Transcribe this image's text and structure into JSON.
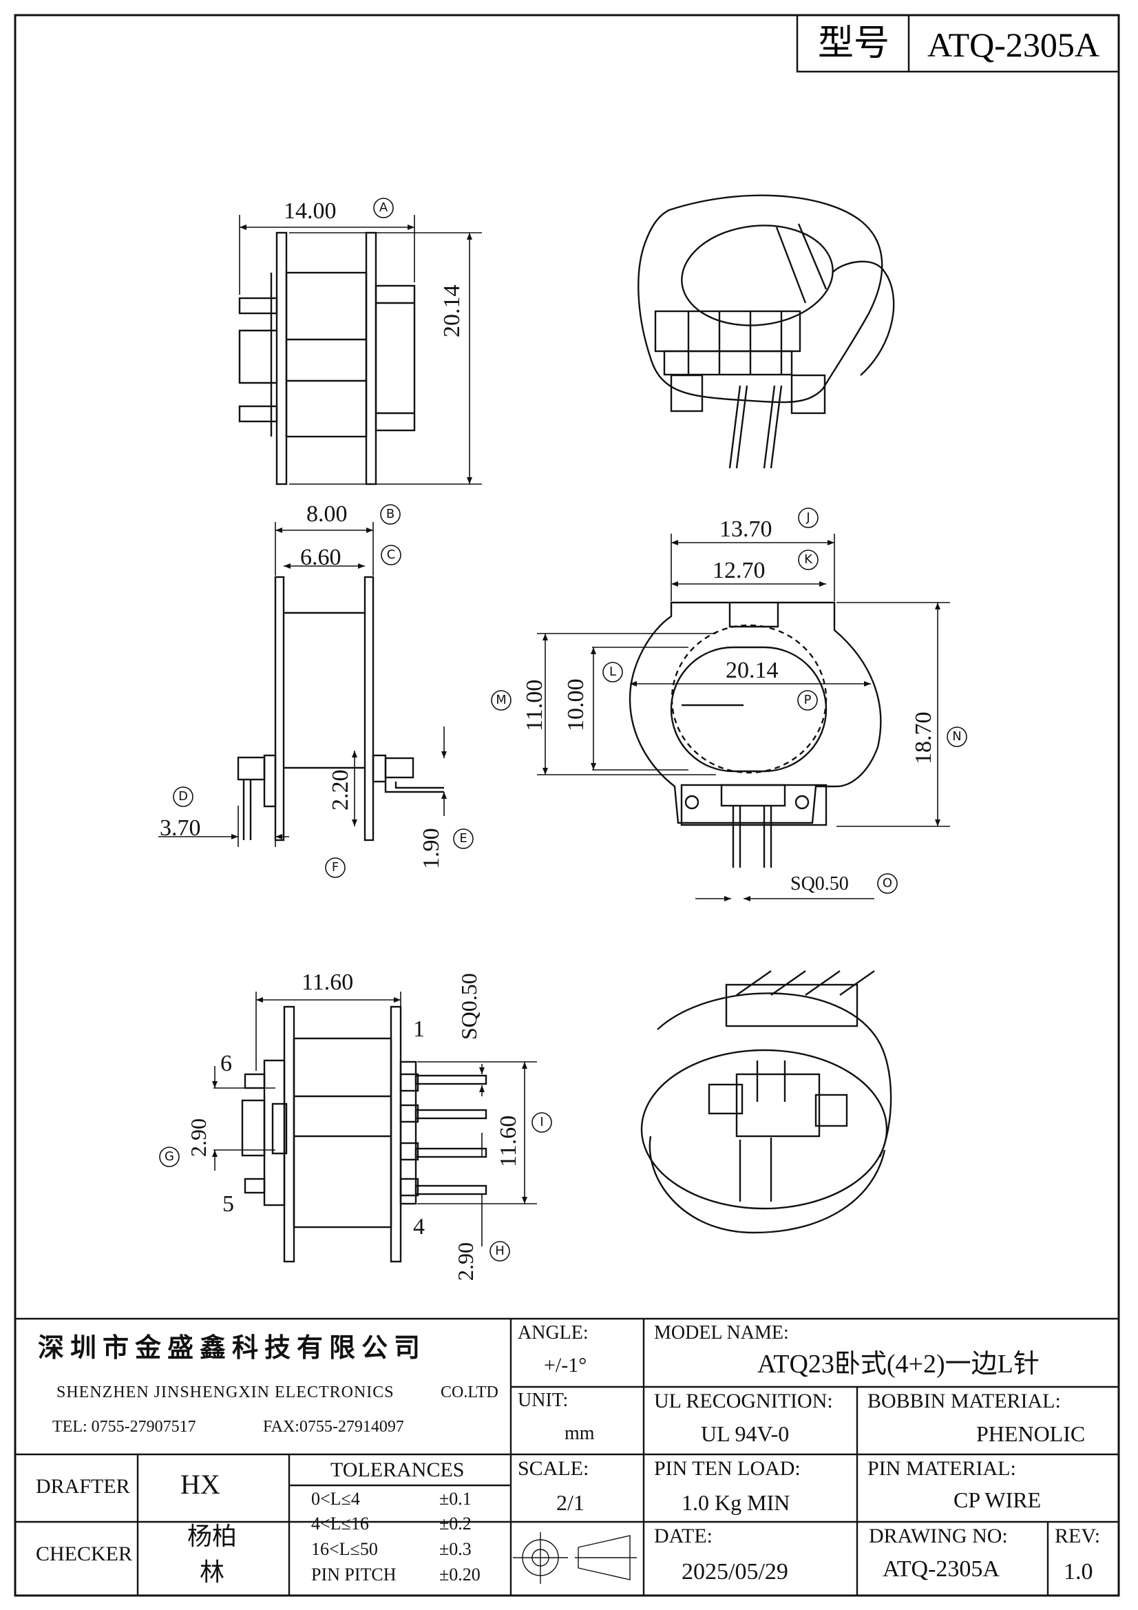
{
  "header": {
    "model_label": "型号",
    "model_value": "ATQ-2305A"
  },
  "dimensions": {
    "a_width": "14.00",
    "a_height": "20.14",
    "b_width": "8.00",
    "c_width": "6.60",
    "d_width": "3.70",
    "side_step": "2.20",
    "side_pin": "1.90",
    "j_width": "13.70",
    "k_width": "12.70",
    "l_width": "20.14",
    "m_height": "11.00",
    "l_height": "10.00",
    "n_height": "18.70",
    "o_pin": "SQ0.50",
    "bottom_width": "11.60",
    "bottom_pin_sq": "SQ0.50",
    "i_height": "11.60",
    "g_pitch": "2.90",
    "h_pitch": "2.90"
  },
  "callouts": [
    "A",
    "B",
    "C",
    "D",
    "E",
    "F",
    "G",
    "H",
    "I",
    "J",
    "K",
    "L",
    "M",
    "N",
    "O",
    "P"
  ],
  "pin_numbers": {
    "p1": "1",
    "p4": "4",
    "p5": "5",
    "p6": "6"
  },
  "title_block": {
    "company_cn": "深圳市金盛鑫科技有限公司",
    "company_en": "SHENZHEN JINSHENGXIN ELECTRONICS",
    "company_co": "CO.LTD",
    "tel": "TEL: 0755-27907517",
    "fax": "FAX:0755-27914097",
    "angle_label": "ANGLE:",
    "angle_value": "+/-1°",
    "model_name_label": "MODEL NAME:",
    "model_name_value": "ATQ23卧式(4+2)一边L针",
    "unit_label": "UNIT:",
    "unit_value": "mm",
    "ul_label": "UL RECOGNITION:",
    "ul_value": "UL 94V-0",
    "bobbin_label": "BOBBIN MATERIAL:",
    "bobbin_value": "PHENOLIC",
    "drafter_label": "DRAFTER",
    "drafter_value": "HX",
    "tolerances_label": "TOLERANCES",
    "tolerances": [
      {
        "range": "0<L≤4",
        "tol": "±0.1"
      },
      {
        "range": "4<L≤16",
        "tol": "±0.2"
      },
      {
        "range": "16<L≤50",
        "tol": "±0.3"
      },
      {
        "range": "PIN PITCH",
        "tol": "±0.20"
      }
    ],
    "scale_label": "SCALE:",
    "scale_value": "2/1",
    "pin_ten_label": "PIN TEN LOAD:",
    "pin_ten_value": "1.0 Kg MIN",
    "pin_material_label": "PIN MATERIAL:",
    "pin_material_value": "CP WIRE",
    "checker_label": "CHECKER",
    "checker_value_1": "杨柏",
    "checker_value_2": "林",
    "date_label": "DATE:",
    "date_value": "2025/05/29",
    "drawing_no_label": "DRAWING NO:",
    "drawing_no_value": "ATQ-2305A",
    "rev_label": "REV:",
    "rev_value": "1.0"
  }
}
